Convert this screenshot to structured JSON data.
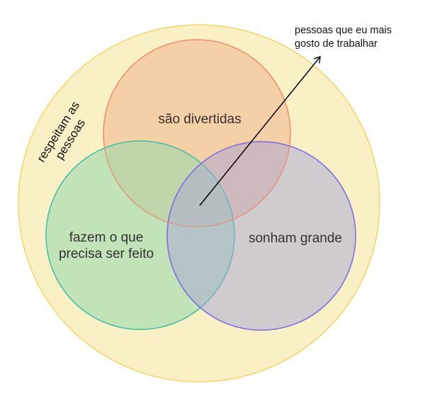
{
  "diagram": {
    "type": "venn",
    "outer_set": {
      "label_line1": "respeitam as",
      "label_line2": "pessoas",
      "fill": "#F9F0C6",
      "stroke": "#F2D564"
    },
    "sets": [
      {
        "id": "orange",
        "label_line1": "são divertidas",
        "fill": "#F5C9A0",
        "stroke": "#F09070"
      },
      {
        "id": "green",
        "label_line1": "fazem o que",
        "label_line2": "precisa ser feito",
        "fill": "#B7E0BC",
        "stroke": "#3DBFA0"
      },
      {
        "id": "purple",
        "label_line1": "sonham grande",
        "fill": "#C9C0D8",
        "stroke": "#7A6AE8"
      }
    ],
    "annotation": {
      "line1": "pessoas que eu mais",
      "line2": "gosto de trabalhar",
      "arrow_color": "#000000"
    }
  }
}
